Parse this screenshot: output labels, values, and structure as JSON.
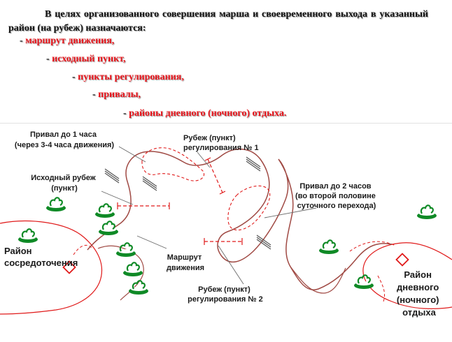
{
  "intro": {
    "text": "В целях организованного совершения марша и своевременного выхода в указанный район (на рубеж) назначаются:"
  },
  "bullets": {
    "dash": "-",
    "items": [
      "маршрут движения,",
      "исходный пункт,",
      "пункты регулирования,",
      "привалы,",
      "районы дневного (ночного) отдыха."
    ]
  },
  "diagram": {
    "labels": {
      "halt1_line1": "Привал до 1 часа",
      "halt1_line2": "(через 3-4 часа движения)",
      "start_line1": "Исходный рубеж",
      "start_line2": "(пункт)",
      "reg1_line1": "Рубеж (пункт)",
      "reg1_line2": "регулирования № 1",
      "halt2_line1": "Привал до 2 часов",
      "halt2_line2": "(во второй половине",
      "halt2_line3": "суточного перехода)",
      "route_line1": "Маршрут",
      "route_line2": "движения",
      "reg2_line1": "Рубеж (пункт)",
      "reg2_line2": "регулирования № 2",
      "assembly_line1": "Район",
      "assembly_line2": "сосредоточения",
      "rest_line1": "Район",
      "rest_line2": "дневного",
      "rest_line3": "(ночного)",
      "rest_line4": "отдыха"
    },
    "colors": {
      "route": "#a04a44",
      "red": "#e01a1a",
      "green": "#0f8a26",
      "text": "#1a1a1a",
      "leader": "#6a6a6a"
    },
    "icons": [
      "forest-icon",
      "unit-position-icon",
      "halt-area-icon",
      "regulation-line-icon",
      "traffic-post-icon"
    ]
  }
}
